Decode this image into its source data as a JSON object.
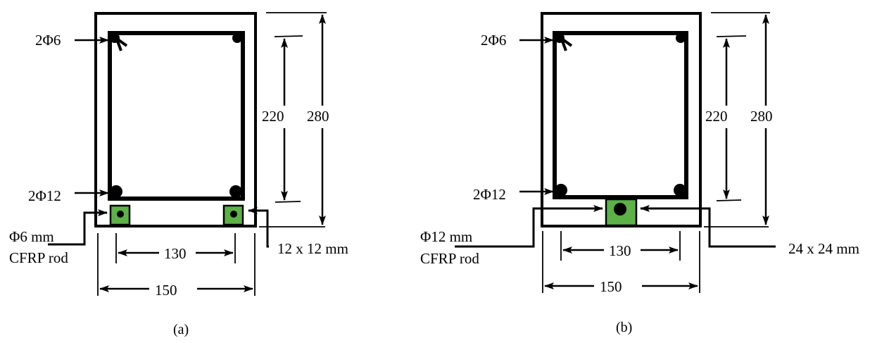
{
  "panel_a": {
    "caption": "(a)",
    "top_bar_label": "2Φ6",
    "bottom_bar_label": "2Φ12",
    "height_inner": "220",
    "height_outer": "280",
    "width_inner": "130",
    "width_outer": "150",
    "rod_label_line1": "Φ6 mm",
    "rod_label_line2": "CFRP rod",
    "groove_label": "12 x 12 mm"
  },
  "panel_b": {
    "caption": "(b)",
    "top_bar_label": "2Φ6",
    "bottom_bar_label": "2Φ12",
    "height_inner": "220",
    "height_outer": "280",
    "width_inner": "130",
    "width_outer": "150",
    "rod_label_line1": "Φ12 mm",
    "rod_label_line2": "CFRP rod",
    "groove_label": "24 x 24 mm"
  },
  "colors": {
    "cfrp_groove": "#5cb147",
    "line": "#000000"
  }
}
